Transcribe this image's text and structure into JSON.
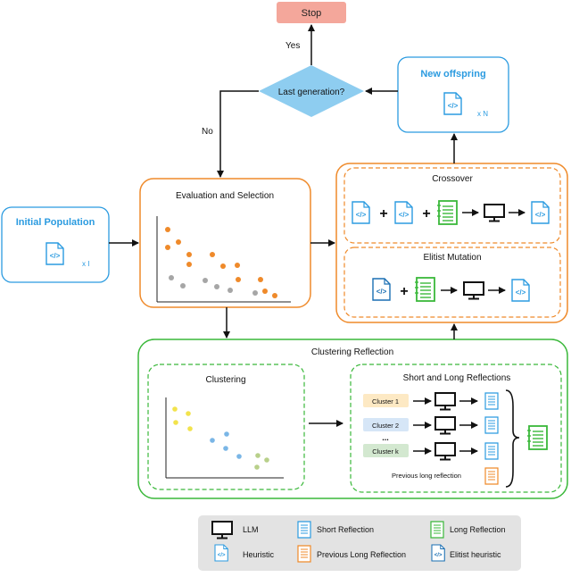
{
  "nodes": {
    "stop": "Stop",
    "decision": "Last generation?",
    "yes": "Yes",
    "no": "No",
    "new_offspring": "New offspring",
    "new_offspring_mult": "x N",
    "initial_population": "Initial Population",
    "initial_population_mult": "x I",
    "evaluation": "Evaluation and Selection",
    "crossover": "Crossover",
    "elitist_mutation": "Elitist Mutation",
    "clustering_reflection": "Clustering Reflection",
    "clustering": "Clustering",
    "short_long": "Short and Long Reflections",
    "cluster_1": "Cluster 1",
    "cluster_2": "Cluster 2",
    "cluster_ellipsis": "...",
    "cluster_k": "Cluster k",
    "previous_long": "Previous long reflection"
  },
  "legend": {
    "llm": "LLM",
    "short_reflection": "Short Reflection",
    "long_reflection": "Long Reflection",
    "heuristic": "Heuristic",
    "previous_long_reflection": "Previous Long Reflection",
    "elitist_heuristic": "Elitist heuristic"
  },
  "colors": {
    "stop_fill": "#f4a79b",
    "decision_fill": "#8ecdf0",
    "blue": "#2b9be0",
    "orange": "#ef8a2a",
    "green": "#3ab83a",
    "dark_blue": "#1a6fb3"
  }
}
